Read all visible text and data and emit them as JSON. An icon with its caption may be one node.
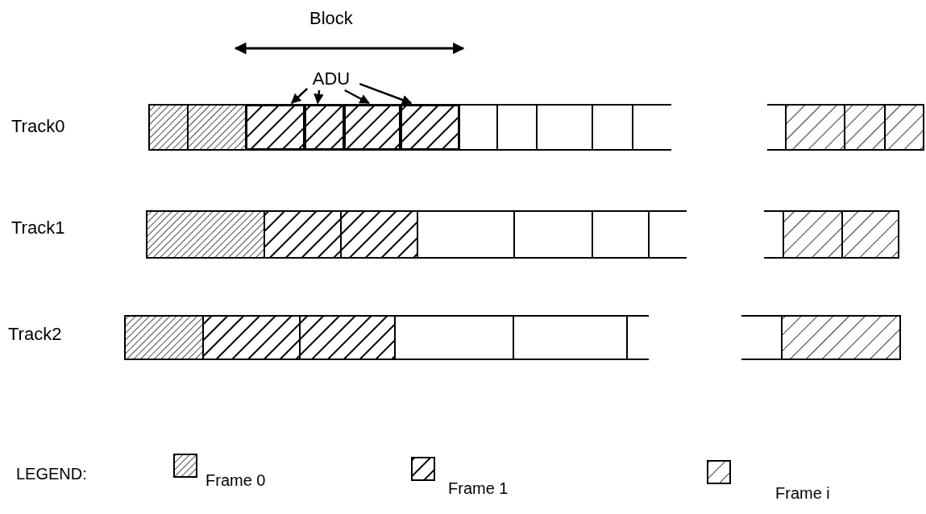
{
  "diagram": {
    "nodes": [
      {
        "text": [
          "ADU"
        ]
      },
      {
        "text": [],
        "shape": "box"
      },
      {
        "text": [],
        "shape": "box"
      },
      {
        "text": [],
        "shape": "box"
      },
      {
        "text": [],
        "shape": "box"
      }
    ],
    "edges": [
      {
        "from": 0,
        "to": 1,
        "arrow": "to"
      },
      {
        "from": 0,
        "to": 2,
        "arrow": "to"
      },
      {
        "from": 0,
        "to": 3,
        "arrow": "to"
      },
      {
        "from": 0,
        "to": 4,
        "arrow": "to"
      }
    ],
    "labels": [
      "Block",
      "Track0",
      "Track1",
      "Track2",
      "LEGEND:"
    ],
    "legend": [
      {
        "text": "Frame 0"
      },
      {
        "text": "Frame 1"
      },
      {
        "text": "Frame i"
      }
    ]
  }
}
